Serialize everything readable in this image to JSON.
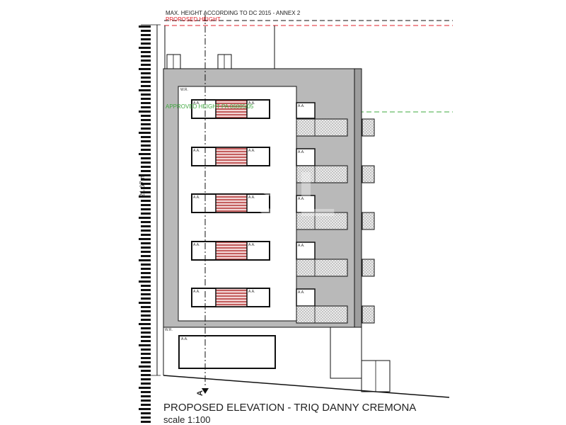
{
  "notes": {
    "max_height": "MAX. HEIGHT ACCORDING TO DC 2015 - ANNEX 2",
    "proposed_height": "PROPOSED HEIGHT",
    "approved_height": "APPROVED HEIGHT PA 06805/05"
  },
  "dimension": {
    "height_label": "21.67m"
  },
  "section_marker": {
    "letter": "A"
  },
  "drawing": {
    "title": "PROPOSED ELEVATION - TRIQ DANNY CREMONA",
    "scale": "scale 1:100"
  },
  "window_tags": {
    "wr": "W.R.",
    "aa": "A.A."
  },
  "colors": {
    "proposed_line": "#e0202a",
    "approved_line": "#3fa83f",
    "facade_grey": "#b9b9b9",
    "louver_red": "#b02a2a",
    "outline": "#111111"
  },
  "watermark": "SL"
}
